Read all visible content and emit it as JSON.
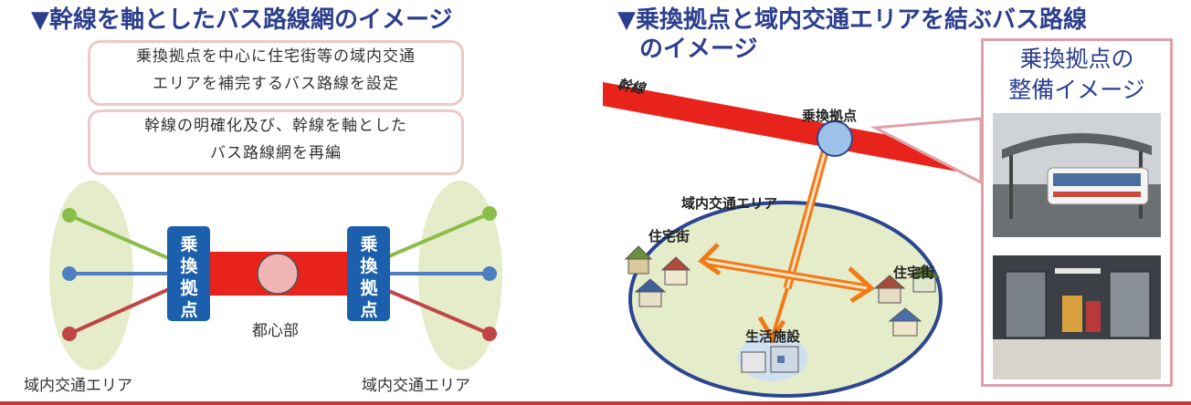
{
  "left": {
    "heading": "▼幹線を軸としたバス路線網のイメージ",
    "callout1": [
      "乗換拠点を中心に住宅街等の域内交通",
      "エリアを補完するバス路線を設定"
    ],
    "callout2": [
      "幹線の明確化及び、幹線を軸とした",
      "バス路線網を再編"
    ],
    "hub_chars": [
      "乗",
      "換",
      "拠",
      "点"
    ],
    "center_label": "都心部",
    "area_left": "域内交通エリア",
    "area_right": "域内交通エリア"
  },
  "right": {
    "heading_line1": "▼乗換拠点と域内交通エリアを結ぶバス路線",
    "heading_line2": "のイメージ",
    "trunk_label": "幹線",
    "hub_label": "乗換拠点",
    "area_label": "域内交通エリア",
    "res_left": "住宅街",
    "res_right": "住宅街",
    "facility": "生活施設",
    "photo_title": [
      "乗換拠点の",
      "整備イメージ"
    ]
  },
  "colors": {
    "heading": "#2c3f8e",
    "trunk_red": "#e8231b",
    "hub_blue": "#1b5fad",
    "area_green": "#e4ecc9",
    "route_orange": "#f07b18"
  }
}
